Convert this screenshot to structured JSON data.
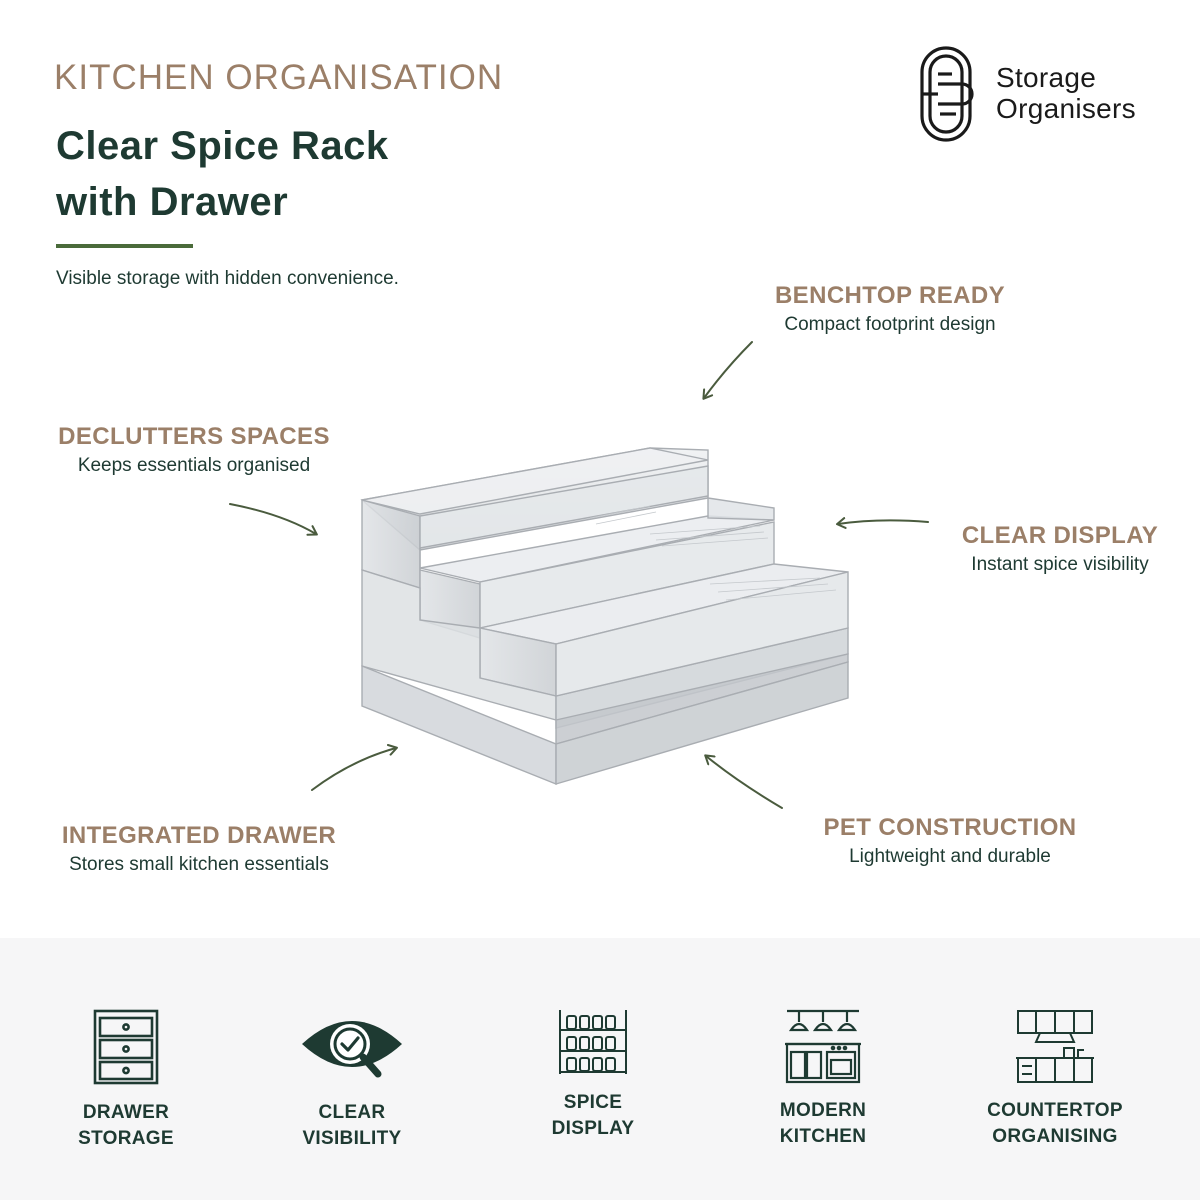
{
  "header": {
    "kicker": "KITCHEN ORGANISATION",
    "title_line1": "Clear Spice Rack",
    "title_line2": "with Drawer",
    "subtitle": "Visible storage with hidden convenience."
  },
  "logo": {
    "line1": "Storage",
    "line2": "Organisers"
  },
  "features": {
    "benchtop": {
      "title": "BENCHTOP READY",
      "desc": "Compact footprint design"
    },
    "declutter": {
      "title": "DECLUTTERS SPACES",
      "desc": "Keeps essentials organised"
    },
    "clear": {
      "title": "CLEAR DISPLAY",
      "desc": "Instant spice visibility"
    },
    "drawer": {
      "title": "INTEGRATED DRAWER",
      "desc": "Stores small kitchen essentials"
    },
    "pet": {
      "title": "PET CONSTRUCTION",
      "desc": "Lightweight and durable"
    }
  },
  "badges": [
    {
      "line1": "DRAWER",
      "line2": "STORAGE",
      "icon": "drawer-icon"
    },
    {
      "line1": "CLEAR",
      "line2": "VISIBILITY",
      "icon": "eye-check-icon"
    },
    {
      "line1": "SPICE",
      "line2": "DISPLAY",
      "icon": "spice-shelf-icon"
    },
    {
      "line1": "MODERN",
      "line2": "KITCHEN",
      "icon": "kitchen-icon"
    },
    {
      "line1": "COUNTERTOP",
      "line2": "ORGANISING",
      "icon": "countertop-icon"
    }
  ],
  "colors": {
    "accent": "#9b7f68",
    "primary": "#1e3a32",
    "rule": "#4a6b3a",
    "footer_bg": "#f6f6f7"
  }
}
